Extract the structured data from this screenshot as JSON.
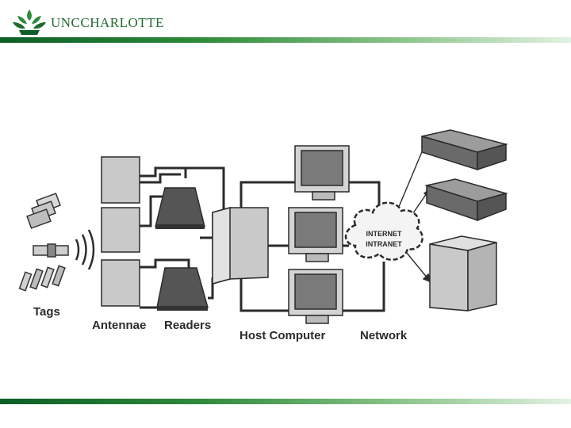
{
  "header": {
    "brand_text": "UNCCHARLOTTE",
    "bar_colors": [
      "#0c5f27",
      "#2f8a3b",
      "#8bc48a",
      "#e3f1e3"
    ]
  },
  "diagram": {
    "labels": {
      "tags": "Tags",
      "antennae": "Antennae",
      "readers": "Readers",
      "host_computer": "Host Computer",
      "network": "Network"
    },
    "cloud_lines": [
      "INTERNET",
      "INTRANET"
    ],
    "colors": {
      "device_dark": "#555555",
      "device_light": "#c9c9c9",
      "line": "#2b2b2b"
    }
  }
}
